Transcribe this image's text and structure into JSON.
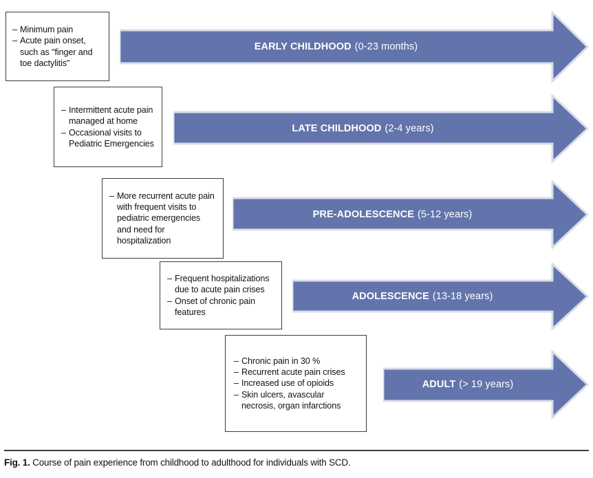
{
  "figure": {
    "caption_label": "Fig. 1.",
    "caption_text": "Course of pain experience from childhood to adulthood for individuals with SCD.",
    "accent_color": "#6274ab",
    "arrow_border_color": "#d8dcea",
    "box_border_color": "#3b3b3b",
    "label_text_color": "#ffffff"
  },
  "stages": [
    {
      "id": "early-childhood",
      "stage": "EARLY CHILDHOOD",
      "ages": "(0-23 months)",
      "bullets": [
        "Minimum pain",
        "Acute pain onset, such as \"finger and toe dactylitis\""
      ]
    },
    {
      "id": "late-childhood",
      "stage": "LATE CHILDHOOD",
      "ages": "(2-4 years)",
      "bullets": [
        "Intermittent acute pain managed at home",
        "Occasional visits to Pediatric Emergencies"
      ]
    },
    {
      "id": "pre-adolescence",
      "stage": "PRE-ADOLESCENCE",
      "ages": "(5-12 years)",
      "bullets": [
        "More recurrent acute pain with frequent visits to pediatric emergencies and need for hospitalization"
      ]
    },
    {
      "id": "adolescence",
      "stage": "ADOLESCENCE",
      "ages": "(13-18 years)",
      "bullets": [
        "Frequent hospitalizations due to acute pain crises",
        "Onset of chronic pain features"
      ]
    },
    {
      "id": "adult",
      "stage": "ADULT",
      "ages": "(> 19 years)",
      "bullets": [
        "Chronic pain in 30 %",
        "Recurrent acute pain crises",
        "Increased use of opioids",
        "Skin ulcers, avascular necrosis, organ infarctions"
      ]
    }
  ]
}
